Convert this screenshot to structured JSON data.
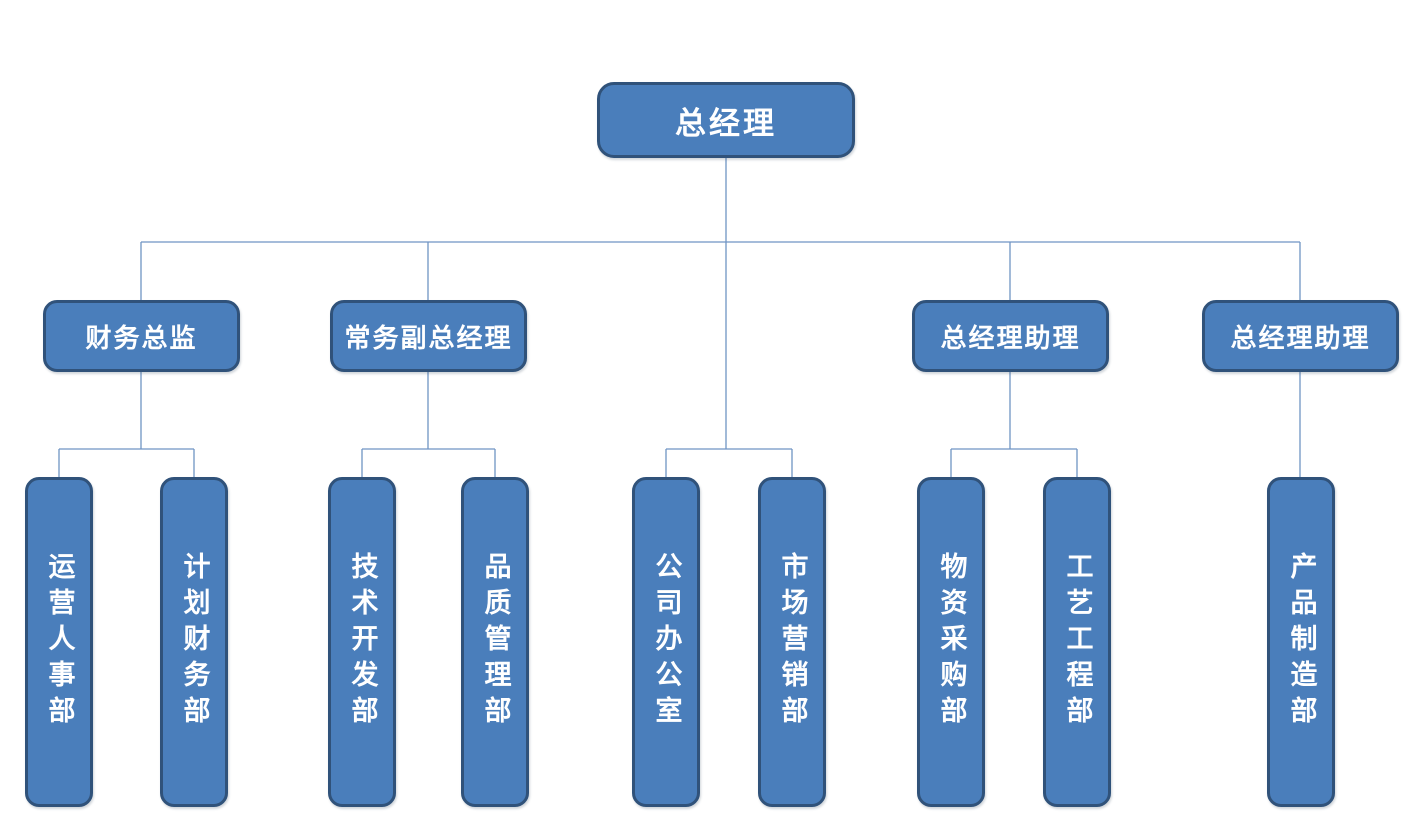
{
  "org": {
    "root": {
      "label": "总经理"
    },
    "branches": [
      {
        "manager": "财务总监",
        "departments": [
          "运营人事部",
          "计划财务部"
        ]
      },
      {
        "manager": "常务副总经理",
        "departments": [
          "技术开发部",
          "品质管理部"
        ]
      },
      {
        "manager": null,
        "departments": [
          "公司办公室",
          "市场营销部"
        ]
      },
      {
        "manager": "总经理助理",
        "departments": [
          "物资采购部",
          "工艺工程部"
        ]
      },
      {
        "manager": "总经理助理",
        "departments": [
          "产品制造部"
        ]
      }
    ],
    "colors": {
      "node_fill": "#4a7ebb",
      "node_border": "#30527a",
      "connector": "#6f94c4",
      "text": "#ffffff",
      "background": "#ffffff"
    }
  }
}
